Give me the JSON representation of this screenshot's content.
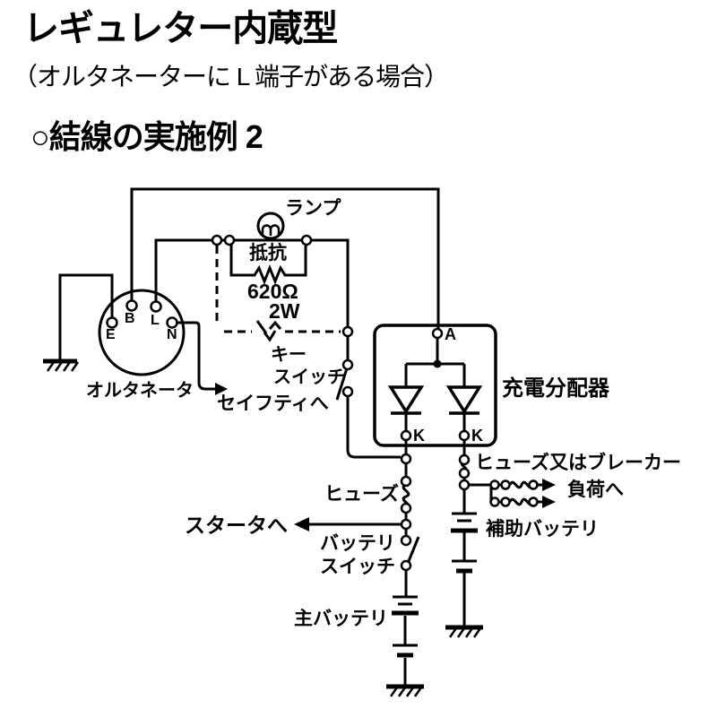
{
  "page": {
    "title": "レギュレター内蔵型",
    "subtitle": "（オルタネーターに L 端子がある場合）",
    "heading": "○結線の実施例 2"
  },
  "diagram": {
    "labels": {
      "lamp": "ランプ",
      "resistor": "抵抗",
      "resistor_value": "620Ω",
      "resistor_power": "2W",
      "key_switch_line1": "キー",
      "key_switch_line2": "スイッチ",
      "to_safety": "セイフティへ",
      "alternator": "オルタネータ",
      "charge_distributor": "充電分配器",
      "fuse_or_breaker": "ヒューズ又はブレーカー",
      "to_load": "負荷へ",
      "fuse": "ヒューズ",
      "to_starter": "スタータへ",
      "battery_switch_line1": "バッテリ",
      "battery_switch_line2": "スイッチ",
      "aux_battery": "補助バッテリ",
      "main_battery": "主バッテリ"
    },
    "terminals": {
      "a": "A",
      "k_left": "K",
      "k_right": "K",
      "b": "B",
      "l": "L",
      "e": "E",
      "n": "N"
    },
    "colors": {
      "line": "#000000",
      "background": "#ffffff"
    }
  }
}
